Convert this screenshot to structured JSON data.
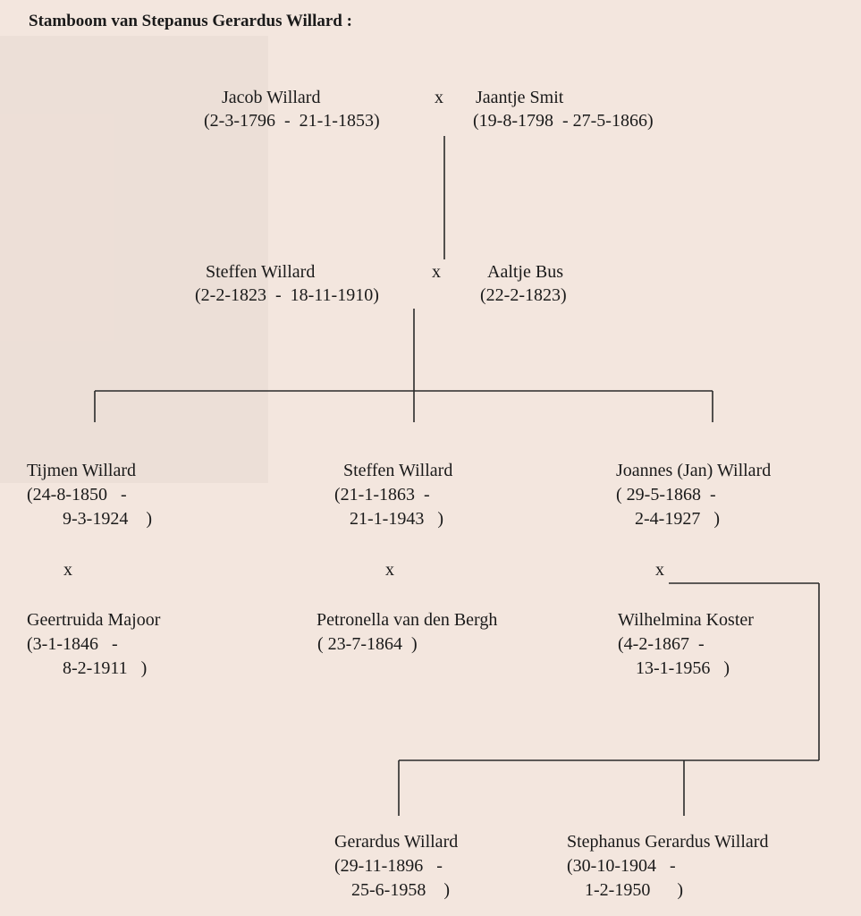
{
  "title": "Stamboom van Stepanus Gerardus Willard :",
  "marriage_symbol": "x",
  "gen1": {
    "husband": {
      "name": "Jacob Willard",
      "dates": "(2-3-1796  -  21-1-1853)"
    },
    "wife": {
      "name": "Jaantje Smit",
      "dates": "(19-8-1798  - 27-5-1866)"
    }
  },
  "gen2": {
    "husband": {
      "name": "Steffen Willard",
      "dates": "(2-2-1823  -  18-11-1910)"
    },
    "wife": {
      "name": "Aaltje Bus",
      "dates": "(22-2-1823)"
    }
  },
  "gen3": [
    {
      "name": "Tijmen Willard",
      "line1": "(24-8-1850   -",
      "line2": "9-3-1924    )",
      "spouse": {
        "name": "Geertruida Majoor",
        "line1": "(3-1-1846   -",
        "line2": "8-2-1911   )"
      }
    },
    {
      "name": "Steffen Willard",
      "line1": "(21-1-1863  -",
      "line2": "21-1-1943   )",
      "spouse": {
        "name": "Petronella van den Bergh",
        "line1": "( 23-7-1864  )",
        "line2": ""
      }
    },
    {
      "name": "Joannes (Jan) Willard",
      "line1": "( 29-5-1868  -",
      "line2": "2-4-1927   )",
      "spouse": {
        "name": "Wilhelmina Koster",
        "line1": "(4-2-1867  -",
        "line2": "13-1-1956   )"
      }
    }
  ],
  "gen4": [
    {
      "name": "Gerardus Willard",
      "line1": "(29-11-1896   -",
      "line2": "25-6-1958    )"
    },
    {
      "name": "Stephanus Gerardus Willard",
      "line1": "(30-10-1904   -",
      "line2": "1-2-1950      )"
    }
  ]
}
